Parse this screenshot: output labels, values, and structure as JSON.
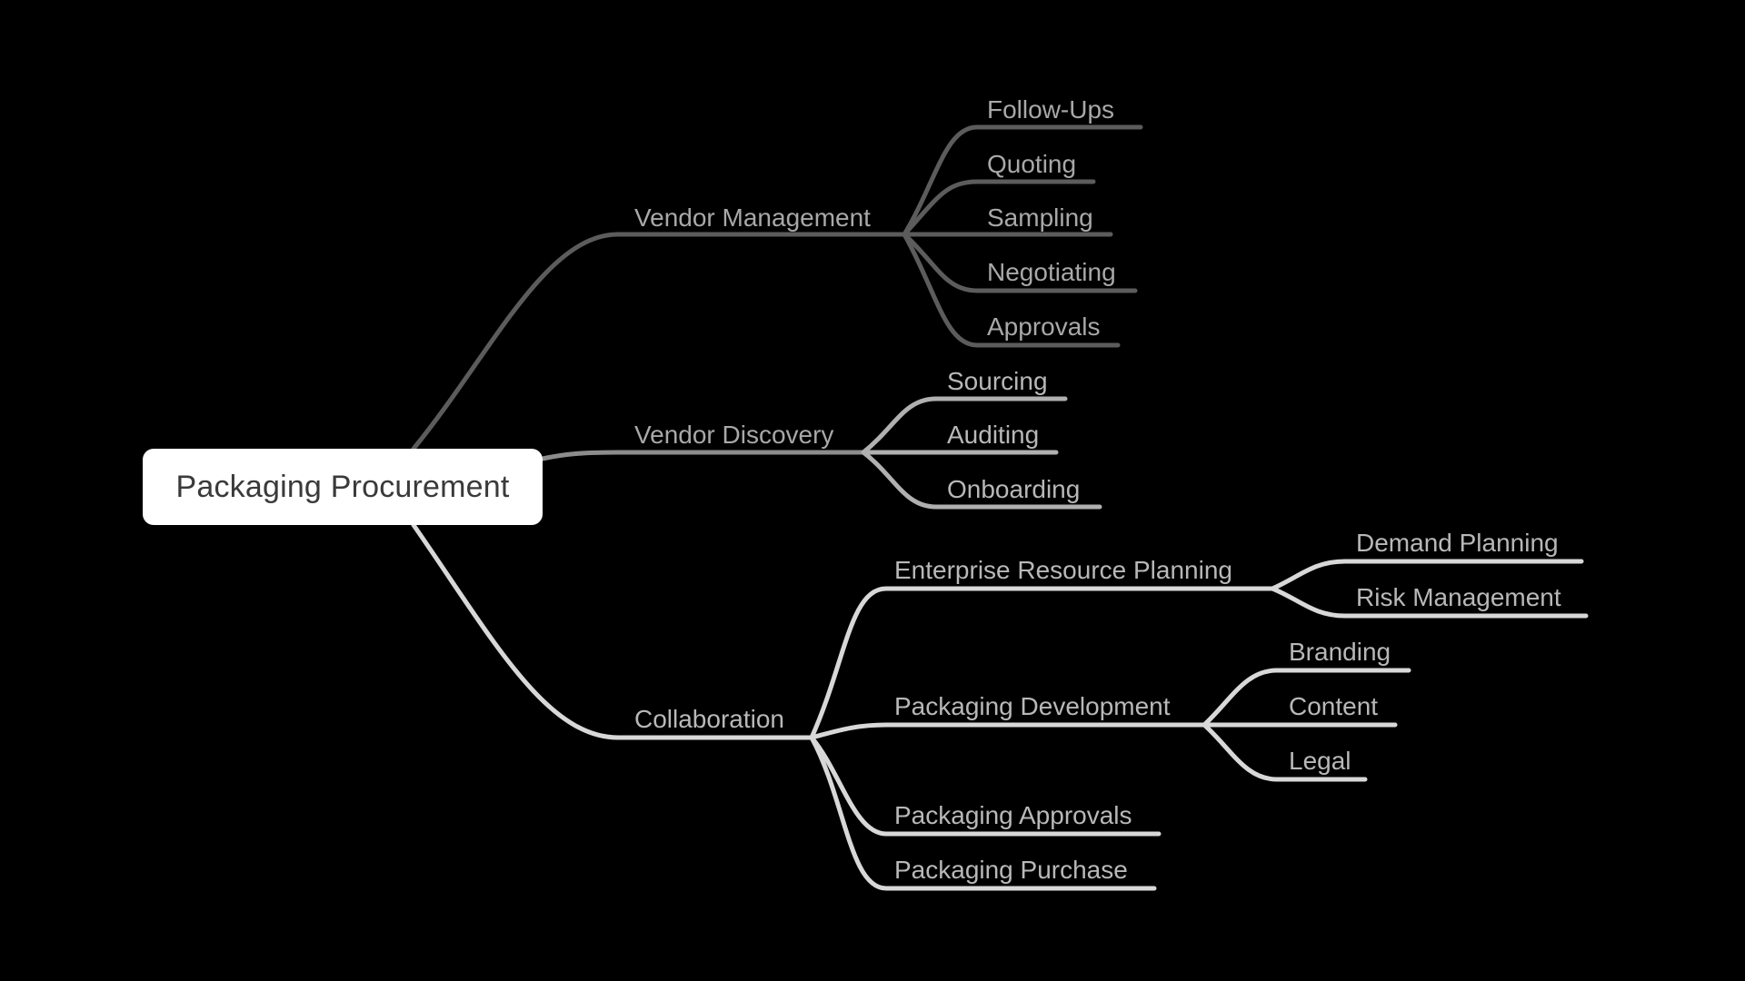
{
  "root": {
    "label": "Packaging Procurement"
  },
  "colors": {
    "background": "#000000",
    "root_fill": "#ffffff",
    "branch_dark": "#5c5c5c",
    "branch_light": "#d8d8d8"
  },
  "branches": [
    {
      "label": "Vendor Management",
      "children": [
        "Follow-Ups",
        "Quoting",
        "Sampling",
        "Negotiating",
        "Approvals"
      ]
    },
    {
      "label": "Vendor Discovery",
      "children": [
        "Sourcing",
        "Auditing",
        "Onboarding"
      ]
    },
    {
      "label": "Collaboration",
      "children": [
        {
          "label": "Enterprise Resource Planning",
          "children": [
            "Demand Planning",
            "Risk Management"
          ]
        },
        {
          "label": "Packaging Development",
          "children": [
            "Branding",
            "Content",
            "Legal"
          ]
        },
        {
          "label": "Packaging Approvals",
          "children": []
        },
        {
          "label": "Packaging Purchase",
          "children": []
        }
      ]
    }
  ]
}
